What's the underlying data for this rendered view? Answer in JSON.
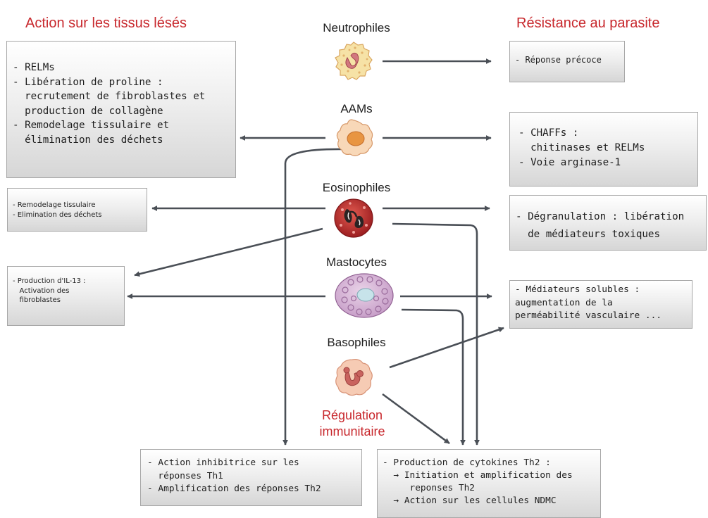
{
  "headers": {
    "left": "Action sur les tissus lésés",
    "right": "Résistance au parasite"
  },
  "cells": {
    "neutrophiles": "Neutrophiles",
    "aams": "AAMs",
    "eosinophiles": "Eosinophiles",
    "mastocytes": "Mastocytes",
    "basophiles": "Basophiles"
  },
  "regulation": {
    "line1": "Régulation",
    "line2": "immunitaire"
  },
  "boxes": {
    "relms": [
      "- RELMs",
      "- Libération de proline :",
      "  recrutement de fibroblastes et",
      "  production de collagène",
      "- Remodelage tissulaire et",
      "  élimination des déchets"
    ],
    "remodelage": [
      "- Remodelage tissulaire",
      "- Elimination des déchets"
    ],
    "il13": [
      "- Production d'IL-13 :",
      "   Activation des",
      "   fibroblastes"
    ],
    "precoce": [
      "- Réponse précoce"
    ],
    "chaffs": [
      "- CHAFFs :",
      "  chitinases et RELMs",
      "- Voie arginase-1"
    ],
    "degranulation": [
      "- Dégranulation : libération",
      "  de médiateurs toxiques"
    ],
    "mediateurs": [
      "- Médiateurs solubles :",
      "augmentation de la",
      "perméabilité vasculaire ..."
    ],
    "th1": [
      "- Action inhibitrice sur les",
      "  réponses Th1",
      "- Amplification des réponses Th2"
    ],
    "cytokines": [
      "- Production de cytokines Th2 :",
      "  → Initiation et amplification des",
      "     reponses Th2",
      "  → Action sur les cellules NDMC"
    ]
  },
  "colors": {
    "header": "#c8282d",
    "arrow": "#4a4f56",
    "box_border": "#a7a7a7",
    "box_bottom": "#d6d6d6",
    "neutro_fill": "#f6e2a6",
    "neutro_nucleus": "#d2787e",
    "aam_fill": "#f8d8b8",
    "aam_nucleus": "#e89542",
    "eos_fill": "#c2302e",
    "eos_nucleus": "#2a2323",
    "masto_fill": "#d6b3d4",
    "masto_granule": "#b98bbc",
    "baso_fill": "#f6cbb4",
    "baso_nucleus": "#c9635e"
  }
}
